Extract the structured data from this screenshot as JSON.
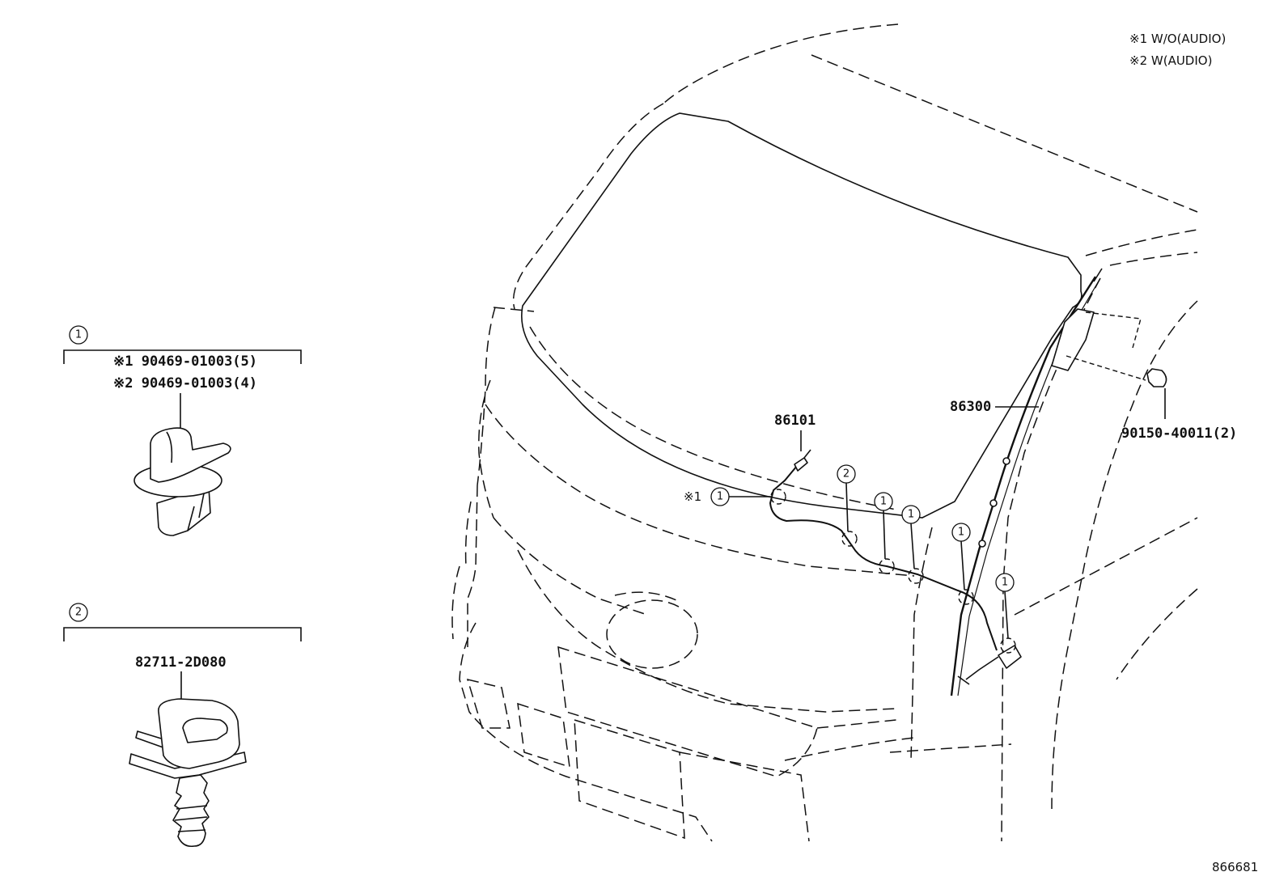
{
  "notes": {
    "note1": "※1 W/O(AUDIO)",
    "note2": "※2 W(AUDIO)"
  },
  "callouts": {
    "circled_1": "1",
    "circled_2": "2",
    "note1_mark": "※1"
  },
  "detail1": {
    "line1": "※1 90469-01003(5)",
    "line2": "※2 90469-01003(4)"
  },
  "detail2": {
    "part": "82711-2D080"
  },
  "main": {
    "cable_part": "86101",
    "antenna_part": "86300",
    "screw_part": "90150-40011(2)"
  },
  "figure_id": "866681"
}
